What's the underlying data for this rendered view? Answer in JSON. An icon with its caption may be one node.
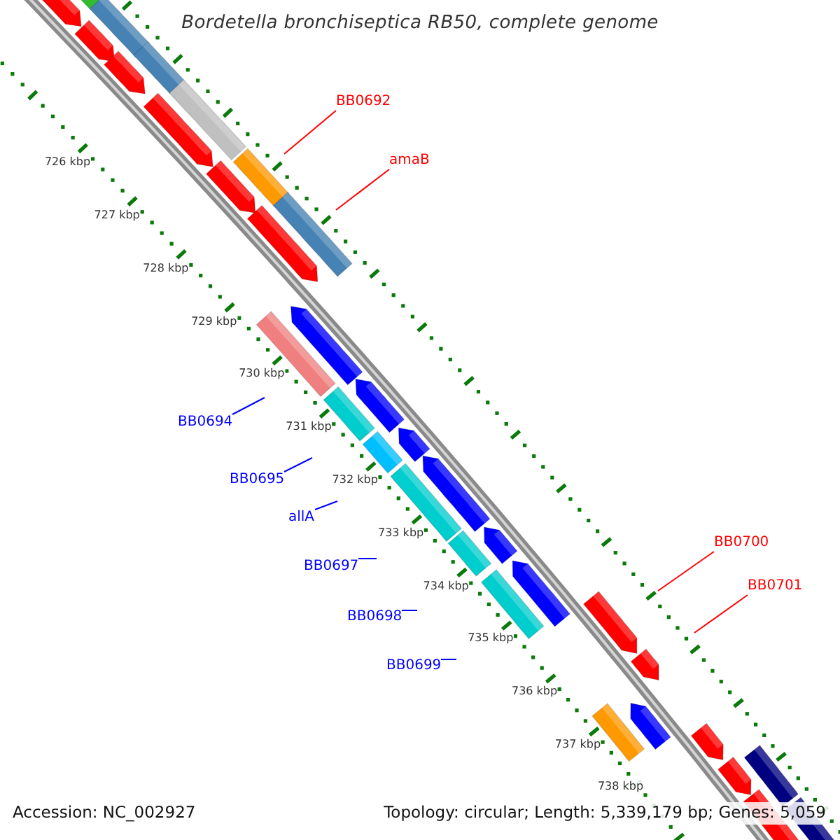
{
  "diagram": {
    "title": "Bordetella bronchiseptica RB50, complete genome",
    "nodes": [
      {
        "text": [
          "BB0692"
        ]
      },
      {
        "text": [
          "amaB"
        ]
      },
      {
        "text": [
          "BB0694"
        ]
      },
      {
        "text": [
          "BB0695"
        ]
      },
      {
        "text": [
          "allA"
        ]
      },
      {
        "text": [
          "BB0697"
        ]
      },
      {
        "text": [
          "BB0698"
        ]
      },
      {
        "text": [
          "BB0699"
        ]
      },
      {
        "text": [
          "BB0700"
        ]
      },
      {
        "text": [
          "BB0701"
        ]
      }
    ],
    "edges": [
      {
        "from": 0,
        "to": null,
        "arrow": "none",
        "color": "#ff0000"
      },
      {
        "from": 1,
        "to": null,
        "arrow": "none",
        "color": "#ff0000"
      },
      {
        "from": 2,
        "to": null,
        "arrow": "none"
      },
      {
        "from": 3,
        "to": null,
        "arrow": "none"
      },
      {
        "from": 4,
        "to": null,
        "arrow": "none"
      },
      {
        "from": 5,
        "to": null,
        "arrow": "none"
      },
      {
        "from": 6,
        "to": null,
        "arrow": "none"
      },
      {
        "from": 7,
        "to": null,
        "arrow": "none"
      },
      {
        "from": 8,
        "to": null,
        "arrow": "none",
        "color": "#ff0000"
      },
      {
        "from": 9,
        "to": null,
        "arrow": "none",
        "color": "#ff0000"
      }
    ],
    "labels": [
      "726 kbp",
      "727 kbp",
      "728 kbp",
      "729 kbp",
      "730 kbp",
      "731 kbp",
      "732 kbp",
      "733 kbp",
      "734 kbp",
      "735 kbp",
      "736 kbp",
      "737 kbp",
      "738 kbp",
      "Accession: NC_002927",
      "Topology: circular; Length: 5,339,179 bp; Genes: 5,059"
    ]
  }
}
